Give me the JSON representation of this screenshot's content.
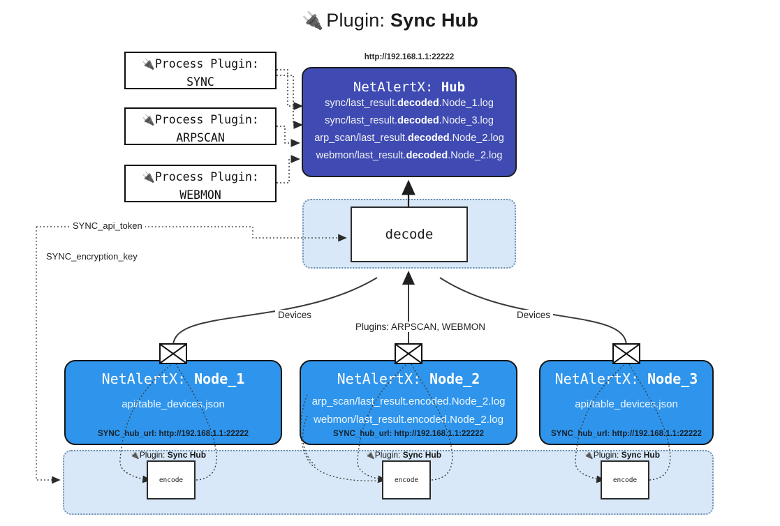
{
  "title": {
    "icon": "plug-icon",
    "prefix": "Plugin: ",
    "name": "Sync Hub"
  },
  "process_plugins": [
    {
      "icon": "plug-icon",
      "line1": "Process Plugin:",
      "line2": "SYNC"
    },
    {
      "icon": "plug-icon",
      "line1": "Process Plugin:",
      "line2": "ARPSCAN"
    },
    {
      "icon": "plug-icon",
      "line1": "Process Plugin:",
      "line2": "WEBMON"
    }
  ],
  "hub": {
    "url": "http://192.168.1.1:22222",
    "title_prefix": "NetAlertX: ",
    "title_name": "Hub",
    "logs": [
      {
        "pre": "sync/last_result.",
        "mid": "decoded",
        "post": ".Node_1.log"
      },
      {
        "pre": "sync/last_result.",
        "mid": "decoded",
        "post": ".Node_3.log"
      },
      {
        "pre": "arp_scan/last_result.",
        "mid": "decoded",
        "post": ".Node_2.log"
      },
      {
        "pre": "webmon/last_result.",
        "mid": "decoded",
        "post": ".Node_2.log"
      }
    ]
  },
  "decode": {
    "label": "decode"
  },
  "tokens": [
    {
      "label": "SYNC_api_token"
    },
    {
      "label": "SYNC_encryption_key"
    }
  ],
  "flow_labels": {
    "devices_left": "Devices",
    "devices_right": "Devices",
    "plugins_center": "Plugins: ARPSCAN, WEBMON"
  },
  "nodes": [
    {
      "title_prefix": "NetAlertX: ",
      "title_name": "Node_1",
      "lines": [
        "api/table_devices.json"
      ],
      "hub_url": "SYNC_hub_url: http://192.168.1.1:22222",
      "envelope_icon": "envelope-icon"
    },
    {
      "title_prefix": "NetAlertX: ",
      "title_name": "Node_2",
      "lines": [
        "arp_scan/last_result.encoded.Node_2.log",
        "webmon/last_result.encoded.Node_2.log"
      ],
      "hub_url": "SYNC_hub_url: http://192.168.1.1:22222",
      "envelope_icon": "envelope-icon"
    },
    {
      "title_prefix": "NetAlertX: ",
      "title_name": "Node_3",
      "lines": [
        "api/table_devices.json"
      ],
      "hub_url": "SYNC_hub_url: http://192.168.1.1:22222",
      "envelope_icon": "envelope-icon"
    }
  ],
  "encoders": [
    {
      "icon": "plug-icon",
      "label_prefix": "Plugin: ",
      "label_name": "Sync Hub",
      "box": "encode"
    },
    {
      "icon": "plug-icon",
      "label_prefix": "Plugin: ",
      "label_name": "Sync Hub",
      "box": "encode"
    },
    {
      "icon": "plug-icon",
      "label_prefix": "Plugin: ",
      "label_name": "Sync Hub",
      "box": "encode"
    }
  ],
  "colors": {
    "hub_fill": "#3f4bb3",
    "node_fill": "#2f95ec",
    "group_fill": "#d8e8f8",
    "group_stroke": "#6d8fae",
    "line": "#2b2b2b"
  }
}
